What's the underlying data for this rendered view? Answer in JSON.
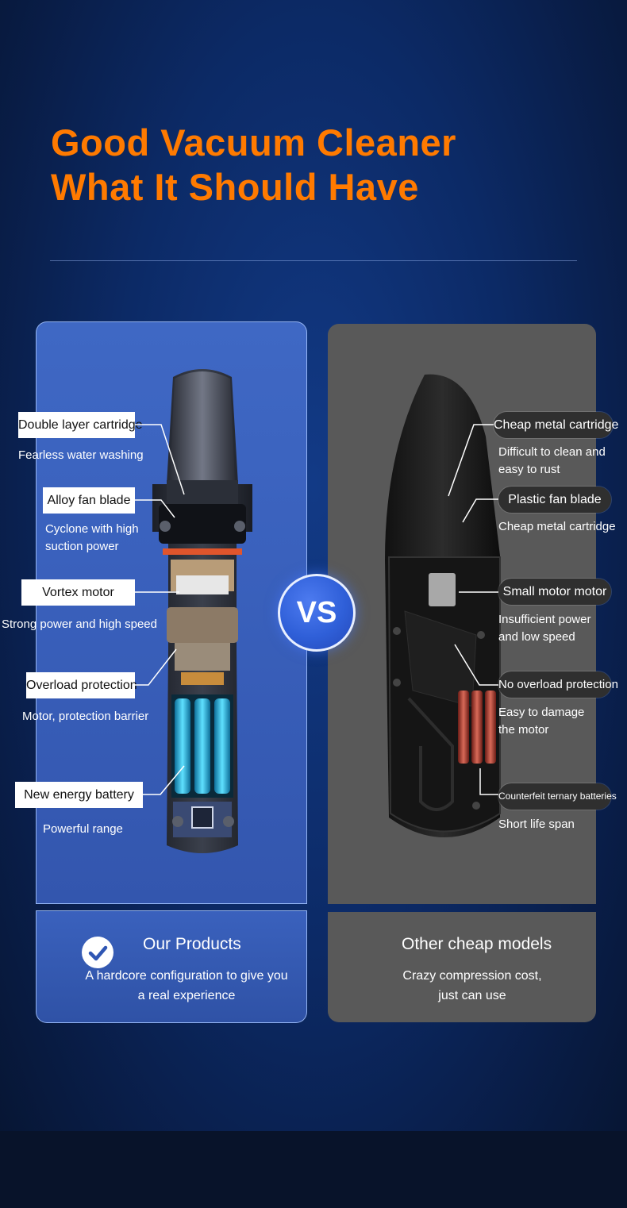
{
  "headline": {
    "line1": "Good Vacuum Cleaner",
    "line2": "What It Should Have"
  },
  "colors": {
    "accent": "#ff7a00",
    "left_panel": "#3a61bd",
    "right_panel": "#595959",
    "vs_badge": "#2f5fd8"
  },
  "vs_label": "VS",
  "ours": {
    "features": [
      {
        "label": "Double layer cartridge",
        "note": "Fearless water washing"
      },
      {
        "label": "Alloy fan blade",
        "note": "Cyclone with high\nsuction power"
      },
      {
        "label": "Vortex motor",
        "note": "Strong power and high speed"
      },
      {
        "label": "Overload protection",
        "note": "Motor, protection barrier"
      },
      {
        "label": "New energy battery",
        "note": "Powerful range"
      }
    ],
    "card": {
      "icon": "check-circle-icon",
      "title": "Our Products",
      "text": "A hardcore configuration to give you\na real experience"
    }
  },
  "theirs": {
    "features": [
      {
        "label": "Cheap metal cartridge",
        "note": "Difficult to clean and\neasy to rust"
      },
      {
        "label": "Plastic fan blade",
        "note": "Cheap metal cartridge"
      },
      {
        "label": "Small motor motor",
        "note": "Insufficient power\nand low speed"
      },
      {
        "label": "No overload protection",
        "note": "Easy to damage\nthe motor"
      },
      {
        "label": "Counterfeit ternary batteries",
        "note": "Short life span"
      }
    ],
    "card": {
      "title": "Other cheap models",
      "text": "Crazy compression cost,\njust can use"
    }
  }
}
